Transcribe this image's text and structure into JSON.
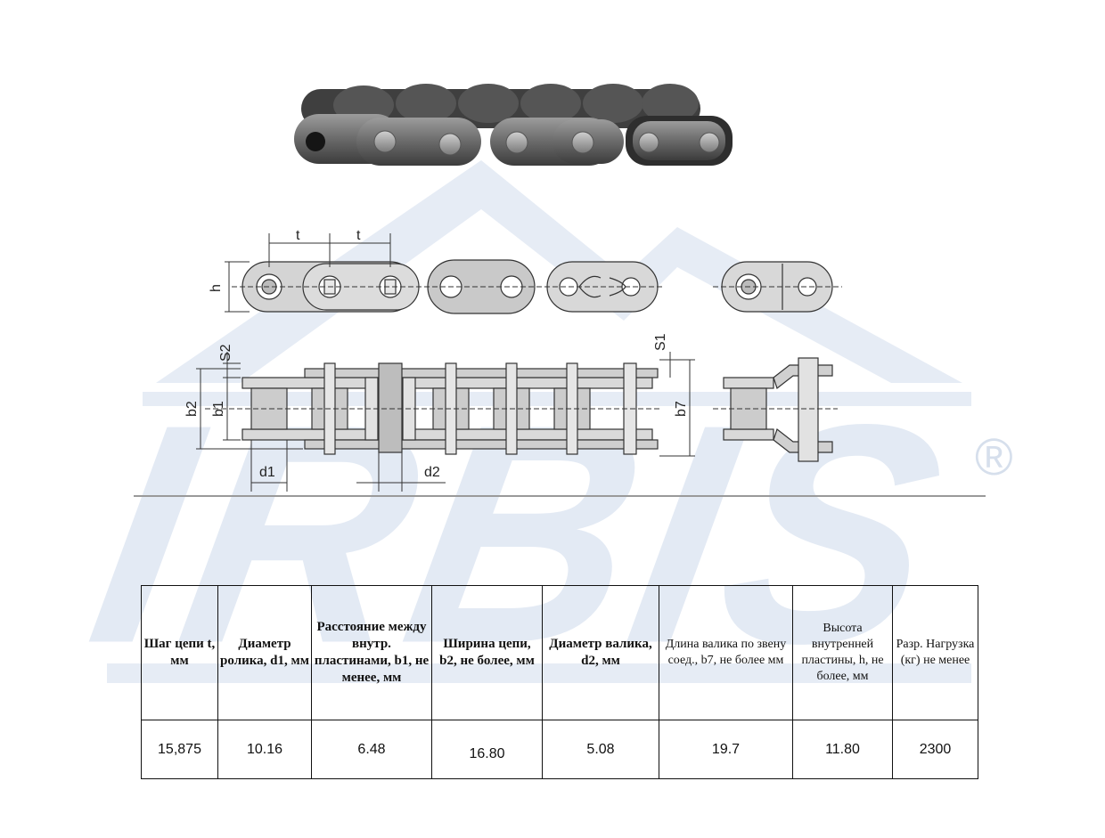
{
  "colors": {
    "watermark": "#e3eaf4",
    "metal_dark": "#4a4a4a",
    "metal_light": "#b8b8b8",
    "line": "#222222"
  },
  "watermark": {
    "brand": "IRBIS",
    "registered": "®"
  },
  "diagram": {
    "dimension_labels": {
      "pitch_1": "t",
      "pitch_2": "t",
      "height": "h",
      "s2": "S2",
      "s1": "S1",
      "b2": "b2",
      "b1": "b1",
      "b7": "b7",
      "d1": "d1",
      "d2": "d2"
    }
  },
  "table": {
    "headers": [
      "Шаг цепи t, мм",
      "Диаметр ролика, d1, мм",
      "Расстояние между внутр. пластинами, b1, не менее, мм",
      "Ширина цепи, b2, не более,  мм",
      "Диаметр валика, d2, мм",
      "Длина валика по звену соед., b7, не более мм",
      "Высота внутренней пластины, h, не более, мм",
      "Разр. Нагрузка (кг) не менее"
    ],
    "values": [
      "15,875",
      "10.16",
      "6.48",
      "16.80",
      "5.08",
      "19.7",
      "11.80",
      "2300"
    ]
  }
}
